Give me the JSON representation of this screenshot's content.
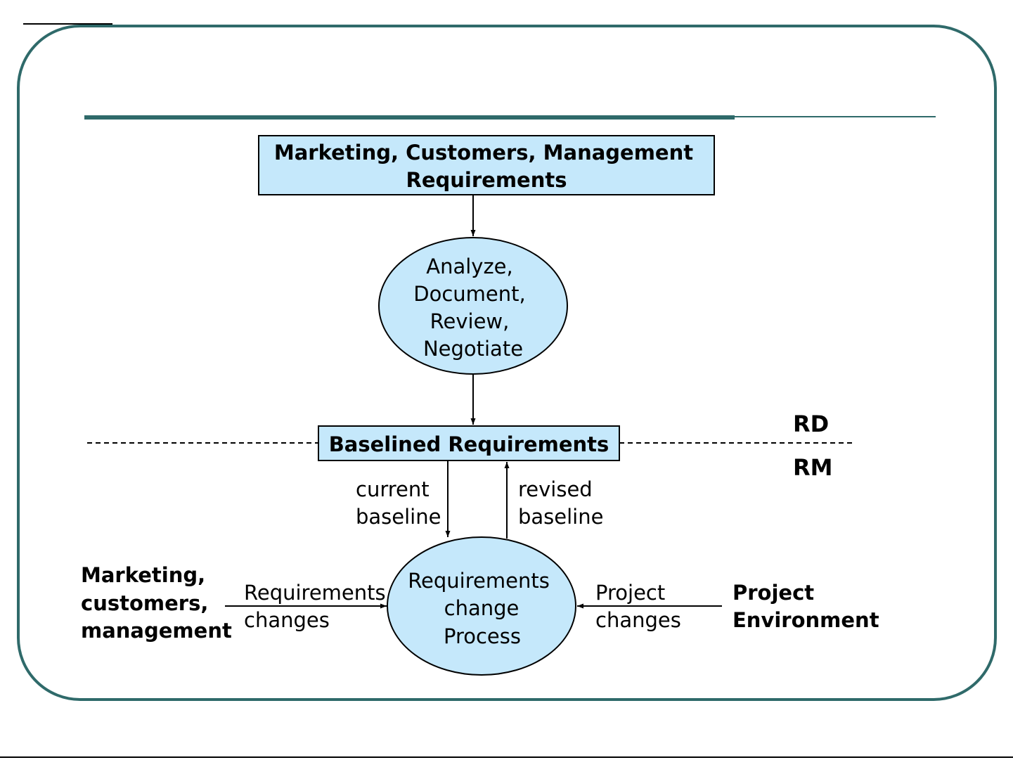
{
  "diagram": {
    "top_box": {
      "line1": "Marketing, Customers, Management",
      "line2": "Requirements"
    },
    "analyze_ellipse": {
      "lines": [
        "Analyze,",
        "Document,",
        "Review,",
        "Negotiate"
      ]
    },
    "baseline_box": {
      "label": "Baselined Requirements"
    },
    "rd_label": "RD",
    "rm_label": "RM",
    "current_baseline": {
      "line1": "current",
      "line2": "baseline"
    },
    "revised_baseline": {
      "line1": "revised",
      "line2": "baseline"
    },
    "change_ellipse": {
      "lines": [
        "Requirements",
        "change",
        "Process"
      ]
    },
    "left_source": {
      "lines": [
        "Marketing,",
        "customers,",
        "management"
      ]
    },
    "left_arrow_label": {
      "line1": "Requirements",
      "line2": "changes"
    },
    "right_arrow_label": {
      "line1": "Project",
      "line2": "changes"
    },
    "right_source": {
      "lines": [
        "Project",
        "Environment"
      ]
    }
  },
  "colors": {
    "frame": "#2f6a6a",
    "node_fill": "#c5e8fb",
    "rule": "#2f6a6a"
  }
}
